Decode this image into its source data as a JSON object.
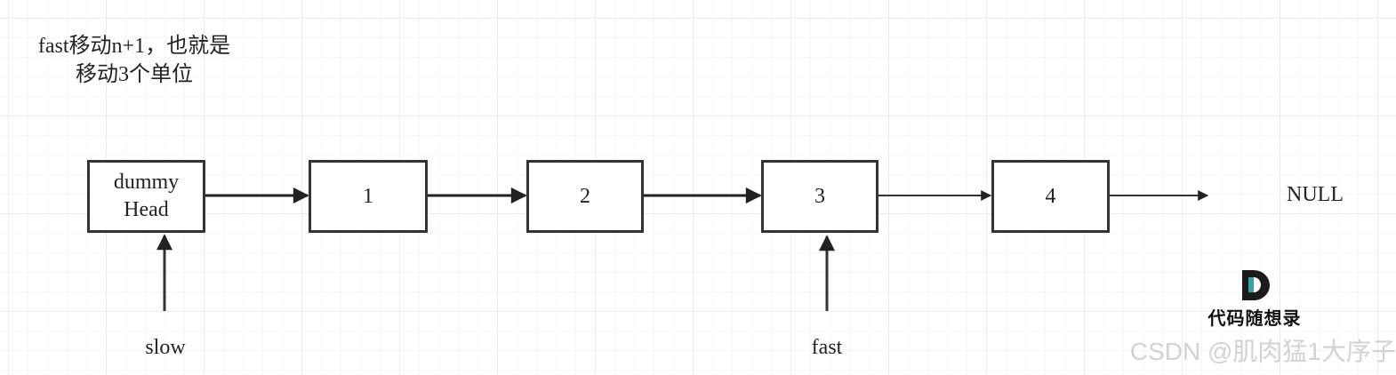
{
  "note": {
    "line1": "fast移动n+1，也就是",
    "line2": "移动3个单位"
  },
  "nodes": [
    {
      "line1": "dummy",
      "line2": "Head"
    },
    {
      "label": "1"
    },
    {
      "label": "2"
    },
    {
      "label": "3"
    },
    {
      "label": "4"
    }
  ],
  "null_label": "NULL",
  "pointers": {
    "slow": "slow",
    "fast": "fast"
  },
  "logo": {
    "letter": "D",
    "text": "代码随想录",
    "colors": {
      "dark": "#1b1b1b",
      "teal": "#3aa0a8"
    }
  },
  "watermark": "CSDN @肌肉猛1大序子",
  "colors": {
    "stroke": "#333333",
    "arrow": "#222222",
    "text": "#222222",
    "grid": "#ececec",
    "watermark": "#d2d2d2"
  }
}
